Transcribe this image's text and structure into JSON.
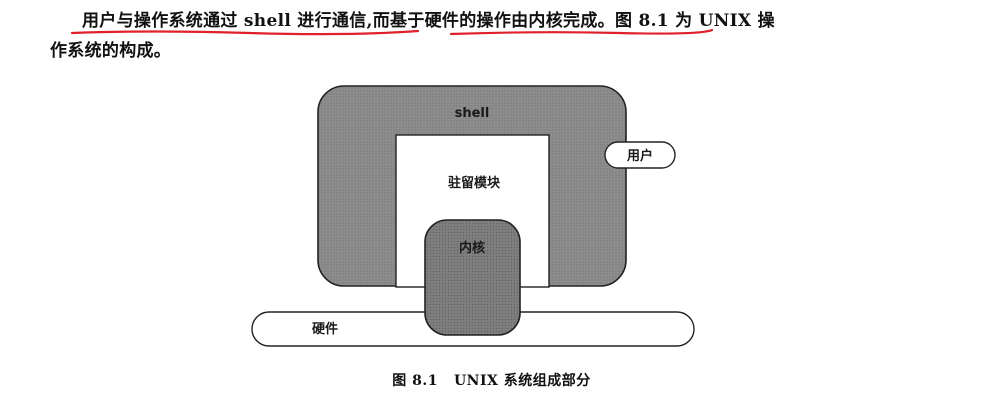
{
  "paragraph": {
    "underlined_1": "用户与操作系统通过 shell 进行通信",
    "sep": ",",
    "text_2": "而",
    "underlined_2": "基于硬件的操作由内核完成",
    "text_3": "。图 8.1 为 UNIX 操",
    "line_2": "作系统的构成。"
  },
  "diagram": {
    "shell_label": "shell",
    "user_label": "用户",
    "resident_label": "驻留模块",
    "kernel_label": "内核",
    "hardware_label": "硬件"
  },
  "caption": {
    "number": "图 8.1",
    "text": "UNIX 系统组成部分"
  },
  "colors": {
    "highlight": "#e0202a",
    "shaded": "#8e8e8e",
    "kernel_shaded": "#808080",
    "outline": "#222222"
  }
}
